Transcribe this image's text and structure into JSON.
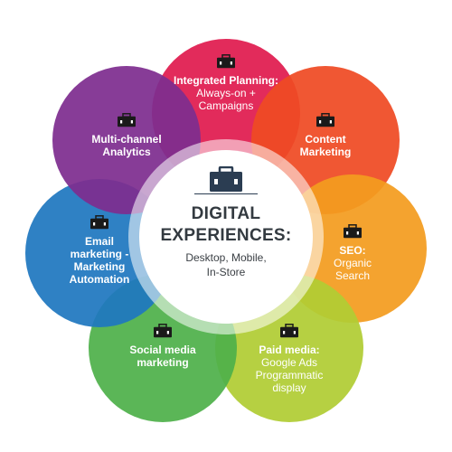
{
  "center": {
    "title_line1": "DIGITAL",
    "title_line2": "EXPERIENCES:",
    "subtitle_line1": "Desktop, Mobile,",
    "subtitle_line2": "In-Store",
    "icon": "briefcase-icon"
  },
  "petals": [
    {
      "key": "integrated",
      "bold": "Integrated Planning:",
      "lines": [
        "Always-on +",
        "Campaigns"
      ],
      "color": "#e01b4f",
      "icon": "briefcase-icon"
    },
    {
      "key": "content",
      "bold": "Content",
      "lines": [
        "Marketing"
      ],
      "color": "#ef4a23",
      "icon": "briefcase-icon"
    },
    {
      "key": "seo",
      "bold": "SEO:",
      "lines": [
        "Organic",
        "Search"
      ],
      "color": "#f39c1f",
      "icon": "briefcase-icon"
    },
    {
      "key": "paid",
      "bold": "Paid media:",
      "lines": [
        "Google Ads",
        "Programmatic",
        "display"
      ],
      "color": "#b0cc34",
      "icon": "briefcase-icon"
    },
    {
      "key": "social",
      "bold": "Social media",
      "lines": [
        "marketing"
      ],
      "color": "#4fb04a",
      "icon": "briefcase-icon"
    },
    {
      "key": "email",
      "bold": "Email",
      "lines": [
        "marketing -",
        "Marketing",
        "Automation"
      ],
      "color": "#1f77c0",
      "icon": "briefcase-icon"
    },
    {
      "key": "analytics",
      "bold": "Multi-channel",
      "lines": [
        "Analytics"
      ],
      "color": "#7e2d8f",
      "icon": "briefcase-icon"
    }
  ]
}
